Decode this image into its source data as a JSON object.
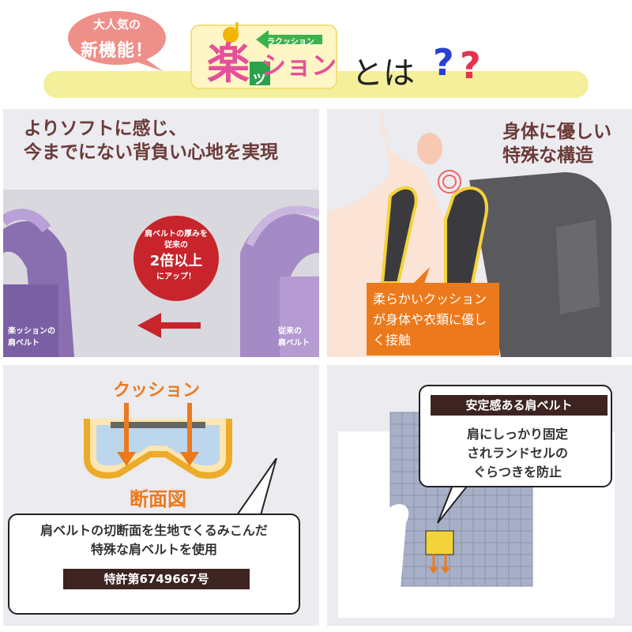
{
  "header": {
    "badge_line1": "大人気の",
    "badge_line2": "新機能！",
    "logo_kanji": "楽",
    "logo_small": "ッ",
    "logo_rest": "ション",
    "logo_tag": "ラクッション",
    "toha": "とは",
    "q1": "?",
    "q2": "?"
  },
  "panel1": {
    "title_line1": "よりソフトに感じ、",
    "title_line2": "今までにない背負い心地を実現",
    "circle_line1": "肩ベルトの厚みを",
    "circle_line2": "従来の",
    "circle_line3": "2倍以上",
    "circle_line4": "にアップ！",
    "label_left_1": "楽ッションの",
    "label_left_2": "肩ベルト",
    "label_right_1": "従来の",
    "label_right_2": "肩ベルト"
  },
  "panel2": {
    "title_line1": "身体に優しい",
    "title_line2": "特殊な構造",
    "box_line1": "柔らかいクッション",
    "box_line2": "が身体や衣類に優し",
    "box_line3": "く接触"
  },
  "panel3": {
    "cushion_label": "クッション",
    "section_label": "断面図",
    "bubble_line1": "肩ベルトの切断面を生地でくるみこんだ",
    "bubble_line2": "特殊な肩ベルトを使用",
    "patent": "特許第6749667号"
  },
  "panel4": {
    "bubble_title": "安定感ある肩ベルト",
    "bubble_line1": "肩にしっかり固定",
    "bubble_line2": "されランドセルの",
    "bubble_line3": "ぐらつきを防止"
  },
  "colors": {
    "accent_orange": "#ec7a1c",
    "brown_text": "#6b3a36",
    "dark_label": "#3d2421",
    "pink": "#e5509a",
    "header_bar": "#f4ef9a",
    "badge_bg": "#ef8f8a",
    "red_circle": "#c8242b"
  }
}
